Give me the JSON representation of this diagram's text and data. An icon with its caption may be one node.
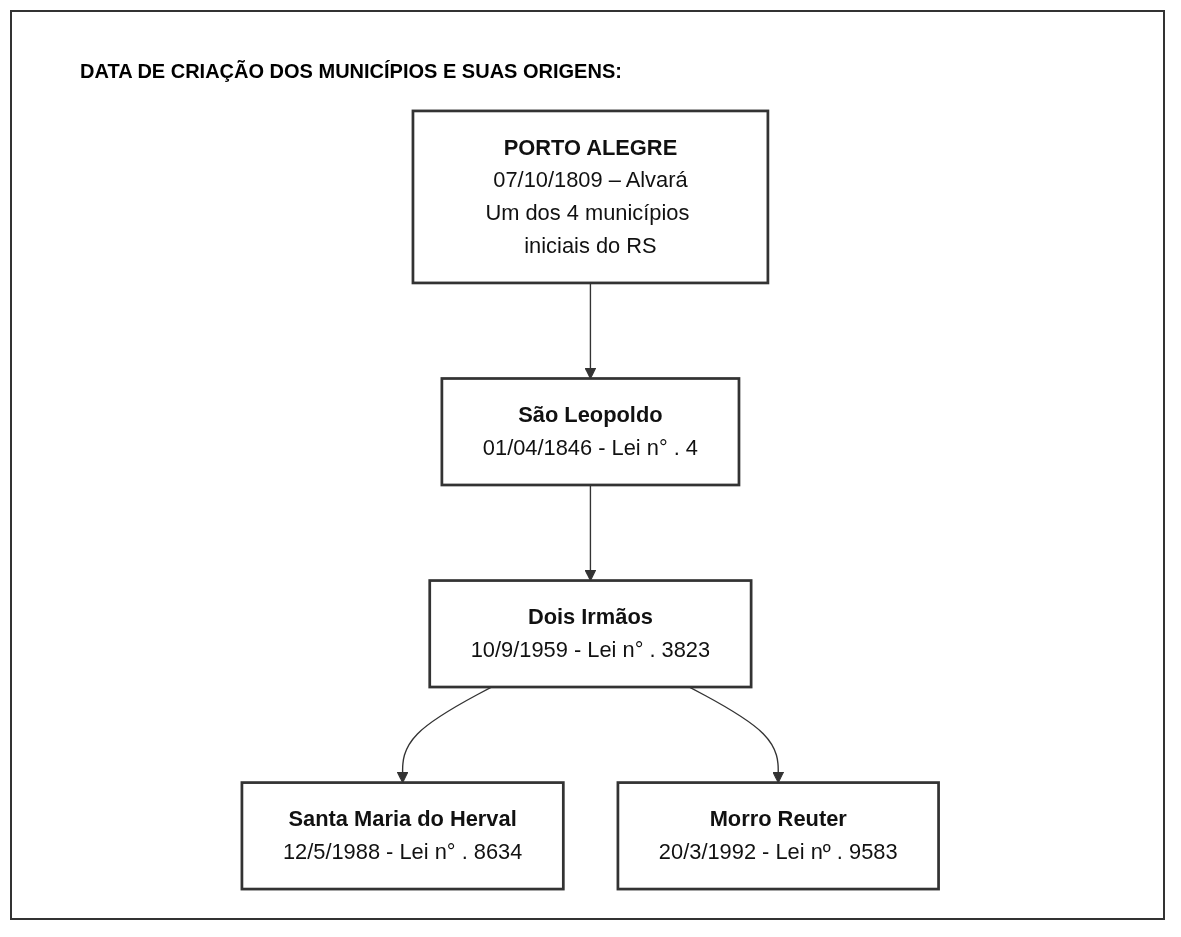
{
  "diagram": {
    "title": "DATA DE CRIAÇÃO DOS MUNICÍPIOS E SUAS ORIGENS:",
    "nodes": [
      {
        "text": [
          "PORTO ALEGRE",
          "07/10/1809 – Alvará",
          "Um dos 4 municípios iniciais do RS"
        ]
      },
      {
        "text": [
          "São Leopoldo",
          "01/04/1846 - Lei n° . 4"
        ]
      },
      {
        "text": [
          "Dois Irmãos",
          "10/9/1959 - Lei n° . 3823"
        ]
      },
      {
        "text": [
          "Santa Maria do Herval",
          "12/5/1988 - Lei n° . 8634"
        ]
      },
      {
        "text": [
          "Morro Reuter",
          "20/3/1992 - Lei nº . 9583"
        ]
      }
    ],
    "edges": [
      {
        "from": 0,
        "to": 1,
        "arrow": "to"
      },
      {
        "from": 1,
        "to": 2,
        "arrow": "to"
      },
      {
        "from": 2,
        "to": 3,
        "arrow": "to"
      },
      {
        "from": 2,
        "to": 4,
        "arrow": "to"
      }
    ]
  }
}
